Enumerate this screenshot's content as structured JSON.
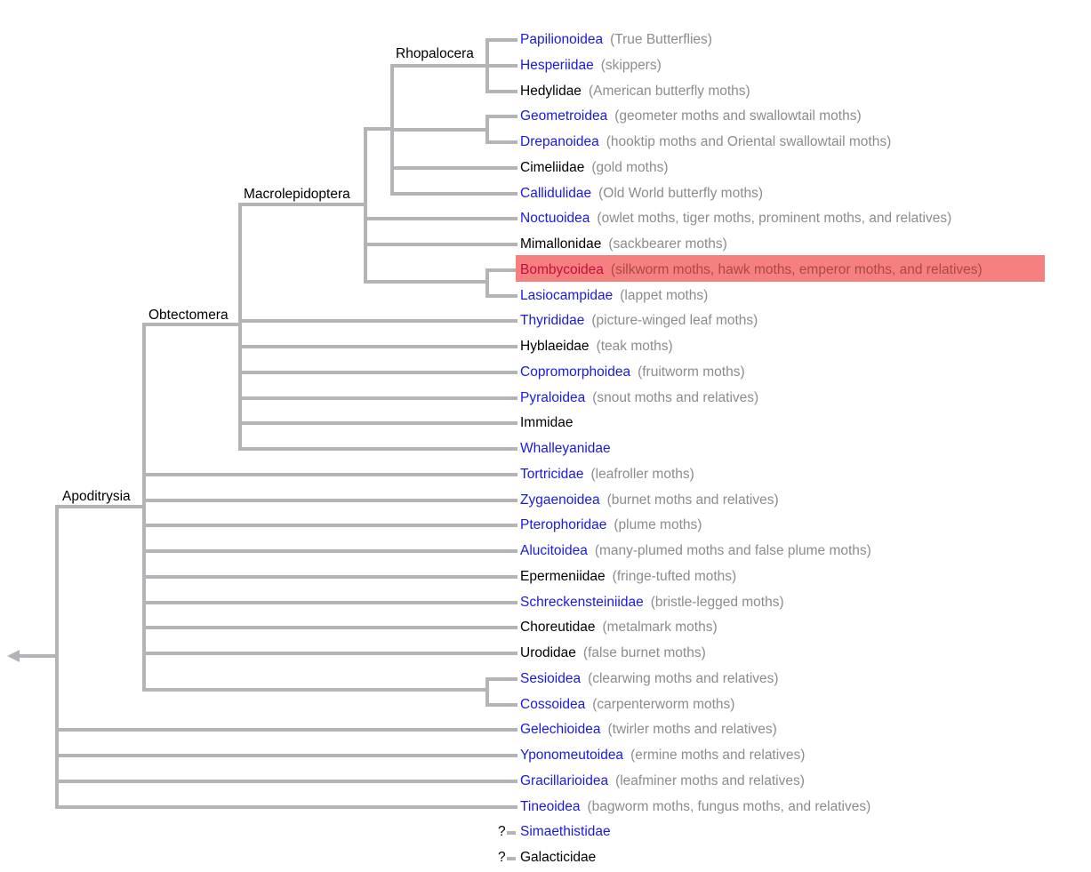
{
  "colors": {
    "branch": "#b3b3b8",
    "link": "#1a1adf",
    "plain": "#000000",
    "description": "#8c8c8c",
    "highlight_bg": "#f67f7f",
    "highlight_text": "#c0113e"
  },
  "root_icon": "arrow-left-icon",
  "clades": {
    "apoditrysia": "Apoditrysia",
    "obtectomera": "Obtectomera",
    "macrolepidoptera": "Macrolepidoptera",
    "rhopalocera": "Rhopalocera"
  },
  "taxa": [
    {
      "name": "Papilionoidea",
      "desc": "(True Butterflies)",
      "link": true
    },
    {
      "name": "Hesperiidae",
      "desc": "(skippers)",
      "link": true
    },
    {
      "name": "Hedylidae",
      "desc": "(American butterfly moths)",
      "link": false
    },
    {
      "name": "Geometroidea",
      "desc": "(geometer moths and swallowtail moths)",
      "link": true
    },
    {
      "name": "Drepanoidea",
      "desc": "(hooktip moths and Oriental swallowtail moths)",
      "link": true
    },
    {
      "name": "Cimeliidae",
      "desc": "(gold moths)",
      "link": false
    },
    {
      "name": "Callidulidae",
      "desc": "(Old World butterfly moths)",
      "link": true
    },
    {
      "name": "Noctuoidea",
      "desc": "(owlet moths, tiger moths, prominent moths, and relatives)",
      "link": true
    },
    {
      "name": "Mimallonidae",
      "desc": "(sackbearer moths)",
      "link": false
    },
    {
      "name": "Bombycoidea",
      "desc": "(silkworm moths, hawk moths, emperor moths, and relatives)",
      "link": true,
      "highlight": true
    },
    {
      "name": "Lasiocampidae",
      "desc": "(lappet moths)",
      "link": true
    },
    {
      "name": "Thyrididae",
      "desc": "(picture-winged leaf moths)",
      "link": true
    },
    {
      "name": "Hyblaeidae",
      "desc": "(teak moths)",
      "link": false
    },
    {
      "name": "Copromorphoidea",
      "desc": "(fruitworm moths)",
      "link": true
    },
    {
      "name": "Pyraloidea",
      "desc": "(snout moths and relatives)",
      "link": true
    },
    {
      "name": "Immidae",
      "desc": "",
      "link": false
    },
    {
      "name": "Whalleyanidae",
      "desc": "",
      "link": true
    },
    {
      "name": "Tortricidae",
      "desc": "(leafroller moths)",
      "link": true
    },
    {
      "name": "Zygaenoidea",
      "desc": "(burnet moths and relatives)",
      "link": true
    },
    {
      "name": "Pterophoridae",
      "desc": "(plume moths)",
      "link": true
    },
    {
      "name": "Alucitoidea",
      "desc": "(many-plumed moths and false plume moths)",
      "link": true
    },
    {
      "name": "Epermeniidae",
      "desc": "(fringe-tufted moths)",
      "link": false
    },
    {
      "name": "Schreckensteiniidae",
      "desc": "(bristle-legged moths)",
      "link": true
    },
    {
      "name": "Choreutidae",
      "desc": "(metalmark moths)",
      "link": false
    },
    {
      "name": "Urodidae",
      "desc": "(false burnet moths)",
      "link": false
    },
    {
      "name": "Sesioidea",
      "desc": "(clearwing moths and relatives)",
      "link": true
    },
    {
      "name": "Cossoidea",
      "desc": "(carpenterworm moths)",
      "link": true
    },
    {
      "name": "Gelechioidea",
      "desc": "(twirler moths and relatives)",
      "link": true
    },
    {
      "name": "Yponomeutoidea",
      "desc": "(ermine moths and relatives)",
      "link": true
    },
    {
      "name": "Gracillarioidea",
      "desc": "(leafminer moths and relatives)",
      "link": true
    },
    {
      "name": "Tineoidea",
      "desc": "(bagworm moths, fungus moths, and relatives)",
      "link": true
    },
    {
      "name": "Simaethistidae",
      "desc": "",
      "link": true,
      "uncertain": true
    },
    {
      "name": "Galacticidae",
      "desc": "",
      "link": false,
      "uncertain": true
    }
  ],
  "uncertain_mark": "?"
}
